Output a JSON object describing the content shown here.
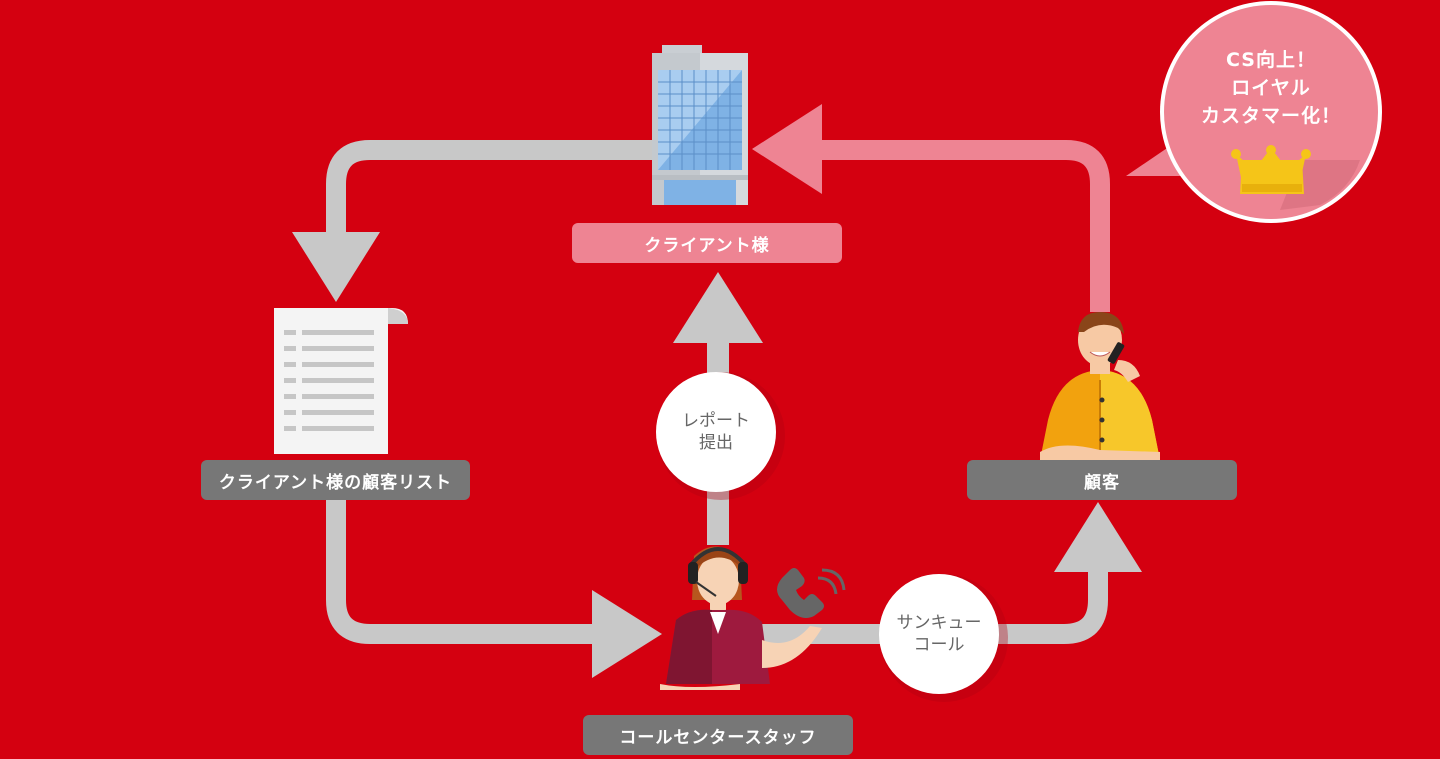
{
  "background_color": "#d40010",
  "colors": {
    "flow_gray": "#c8c8c8",
    "flow_pink": "#ee8493",
    "label_gray": "#777777",
    "label_pink": "#ee8493",
    "crown": "#f5c518"
  },
  "nodes": {
    "client": {
      "label": "クライアント様",
      "icon": "office-building-icon"
    },
    "customer_list": {
      "label": "クライアント様の顧客リスト",
      "icon": "document-list-icon"
    },
    "call_center": {
      "label": "コールセンタースタッフ",
      "icon": "operator-headset-icon"
    },
    "customer": {
      "label": "顧客",
      "icon": "customer-phone-icon"
    }
  },
  "steps": {
    "report": {
      "line1": "レポート",
      "line2": "提出"
    },
    "thank_you_call": {
      "line1": "サンキュー",
      "line2": "コール"
    }
  },
  "callout": {
    "line1": "CS向上！",
    "line2": "ロイヤル",
    "line3": "カスタマー化！",
    "icon": "crown-icon"
  }
}
